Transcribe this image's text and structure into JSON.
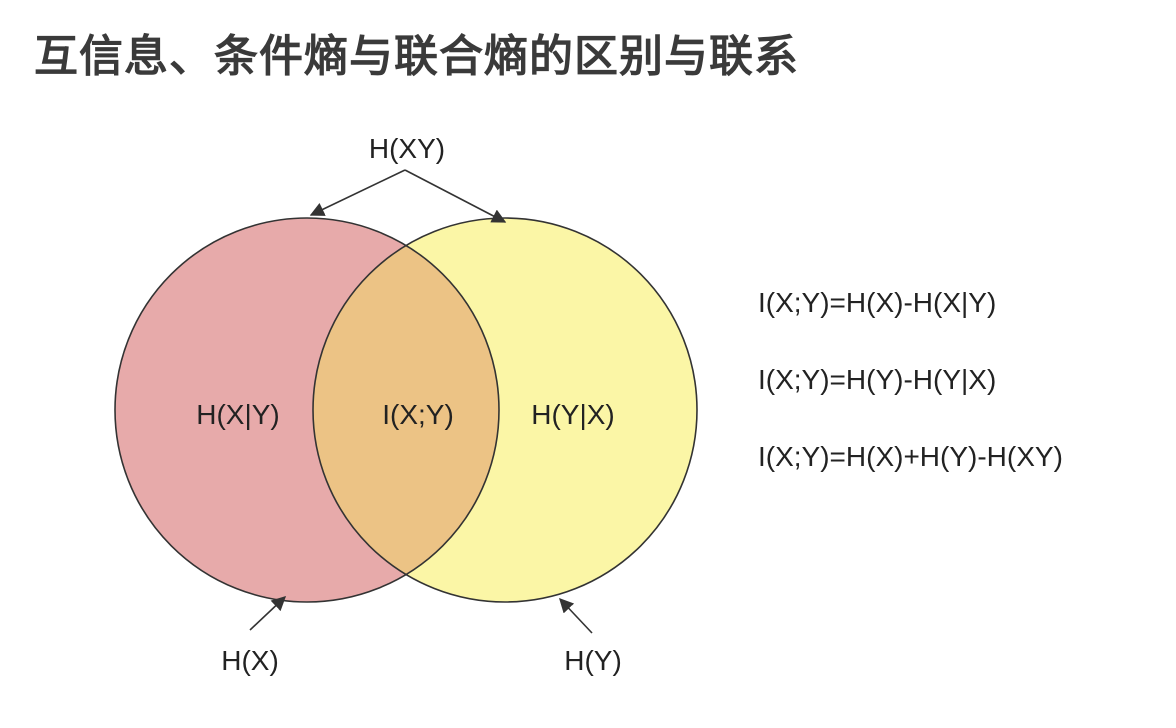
{
  "title": "互信息、条件熵与联合熵的区别与联系",
  "diagram": {
    "joint_label": "H(XY)",
    "left_only_label": "H(X|Y)",
    "overlap_label": "I(X;Y)",
    "right_only_label": "H(Y|X)",
    "left_circle_label": "H(X)",
    "right_circle_label": "H(Y)"
  },
  "formulas": [
    "I(X;Y)=H(X)-H(X|Y)",
    "I(X;Y)=H(Y)-H(Y|X)",
    "I(X;Y)=H(X)+H(Y)-H(XY)"
  ],
  "colors": {
    "left_circle": "#e7aaaa",
    "right_circle": "#fbf6a6",
    "overlap": "#ecc385",
    "stroke": "#333333"
  }
}
